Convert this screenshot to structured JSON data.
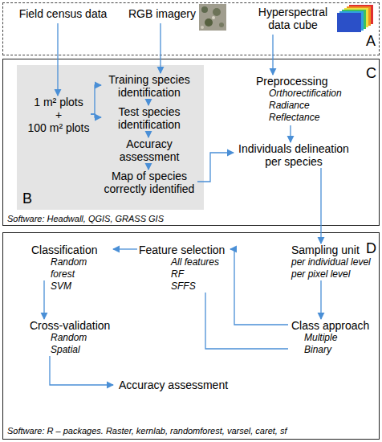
{
  "diagram": {
    "nodes": [
      {
        "text": [
          "A"
        ]
      },
      {
        "text": [
          "Field census data"
        ],
        "in": 0
      },
      {
        "text": [
          "RGB imagery"
        ],
        "in": 0
      },
      {
        "text": [
          "Hyperspectral data cube"
        ],
        "in": 0
      },
      {
        "text": [
          "C",
          "Software: Headwall, QGIS, GRASS GIS"
        ]
      },
      {
        "text": [
          "B"
        ],
        "in": 4
      },
      {
        "text": [
          "1 m² plots",
          "+",
          "100 m² plots"
        ],
        "in": 5
      },
      {
        "text": [
          "Training species identification"
        ],
        "in": 5
      },
      {
        "text": [
          "Test species identification"
        ],
        "in": 5
      },
      {
        "text": [
          "Accuracy assessment"
        ],
        "in": 5
      },
      {
        "text": [
          "Map of species correctly identified"
        ],
        "in": 5
      },
      {
        "text": [
          "Preprocessing",
          "Orthorectification",
          "Radiance",
          "Reflectance"
        ],
        "in": 4
      },
      {
        "text": [
          "Individuals delineation per species"
        ],
        "in": 4
      },
      {
        "text": [
          "D",
          "Software: R – packages. Raster, kernlab, randomforest, varsel, caret, sf"
        ]
      },
      {
        "text": [
          "Sampling unit",
          "per individual level",
          "per pixel level"
        ],
        "in": 13
      },
      {
        "text": [
          "Class approach",
          "Multiple",
          "Binary"
        ],
        "in": 13
      },
      {
        "text": [
          "Feature selection",
          "All features",
          "RF",
          "SFFS"
        ],
        "in": 13
      },
      {
        "text": [
          "Classification",
          "Random forest",
          "SVM"
        ],
        "in": 13
      },
      {
        "text": [
          "Cross-validation",
          "Random",
          "Spatial"
        ],
        "in": 13
      },
      {
        "text": [
          "Accuracy assessment"
        ],
        "in": 13
      }
    ],
    "edges": [
      {
        "from": 1,
        "to": 6,
        "arrow": "to"
      },
      {
        "from": 2,
        "to": 7,
        "arrow": "to"
      },
      {
        "from": 6,
        "to": 7,
        "arrow": "to"
      },
      {
        "from": 6,
        "to": 8,
        "arrow": "to"
      },
      {
        "from": 7,
        "to": 8,
        "arrow": "to"
      },
      {
        "from": 8,
        "to": 9,
        "arrow": "to"
      },
      {
        "from": 9,
        "to": 10,
        "arrow": "to"
      },
      {
        "from": 3,
        "to": 11,
        "arrow": "to"
      },
      {
        "from": 11,
        "to": 12,
        "arrow": "to"
      },
      {
        "from": 10,
        "to": 12,
        "arrow": "to"
      },
      {
        "from": 12,
        "to": 14,
        "arrow": "to"
      },
      {
        "from": 14,
        "to": 15,
        "arrow": "to"
      },
      {
        "from": 15,
        "to": 16,
        "arrow": "to"
      },
      {
        "from": 15,
        "to": 16,
        "arrow": "none"
      },
      {
        "from": 16,
        "to": 17,
        "arrow": "to"
      },
      {
        "from": 17,
        "to": 18,
        "arrow": "to"
      },
      {
        "from": 18,
        "to": 19,
        "arrow": "to"
      }
    ]
  }
}
